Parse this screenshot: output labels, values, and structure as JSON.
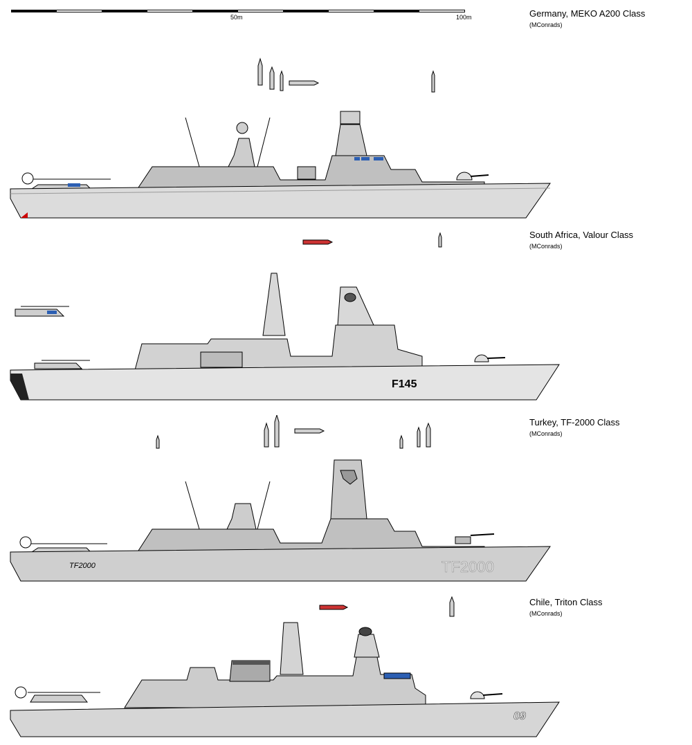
{
  "scale": {
    "mid_label": "50m",
    "end_label": "100m"
  },
  "ships": [
    {
      "title": "Germany, MEKO A200 Class",
      "credit": "(MConrads)"
    },
    {
      "title": "South Africa, Valour Class",
      "credit": "(MConrads)",
      "hull_number": "F145"
    },
    {
      "title": "Turkey, TF-2000 Class",
      "credit": "(MConrads)",
      "hull_number": "TF2000",
      "stern_marking": "TF2000"
    },
    {
      "title": "Chile, Triton Class",
      "credit": "(MConrads)",
      "hull_number": "09"
    }
  ],
  "colors": {
    "hull_light": "#dcdcdc",
    "hull_mid": "#c8c8c8",
    "superstructure": "#bdbdbd",
    "outline": "#000000",
    "window": "#2c5fb3",
    "boot_red": "#cc0000"
  }
}
